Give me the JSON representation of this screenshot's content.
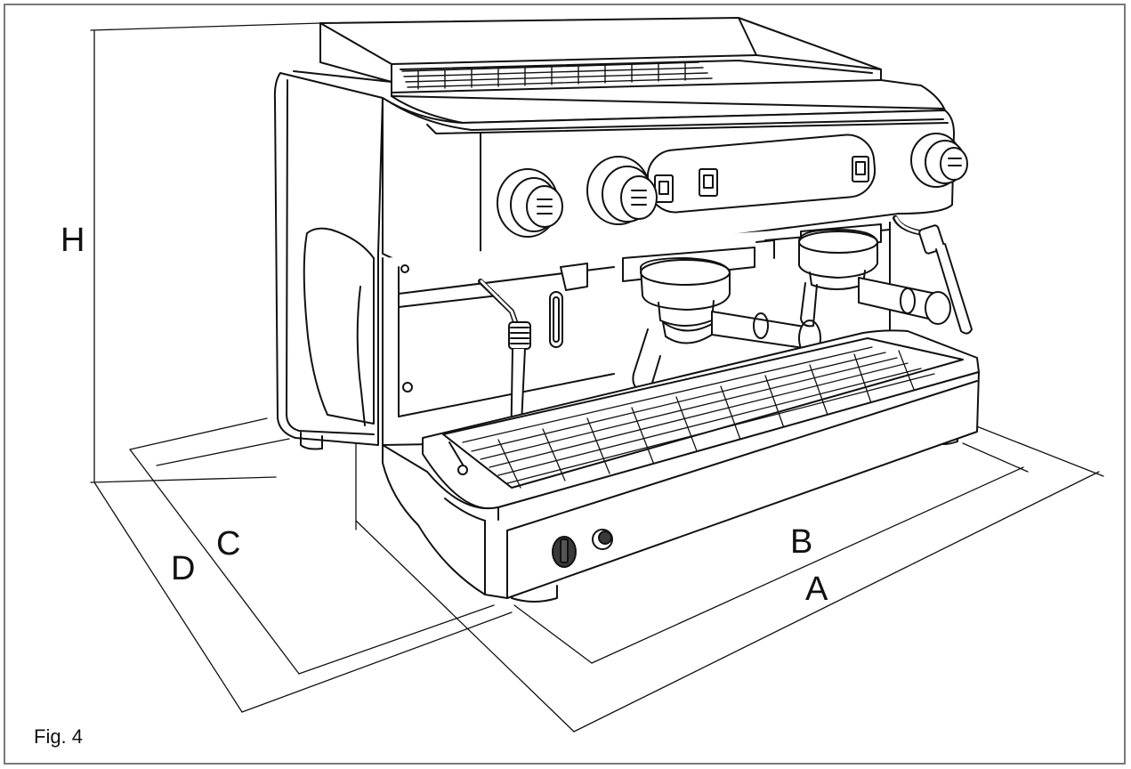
{
  "figure": {
    "caption": "Fig. 4",
    "dimension_labels": {
      "height": "H",
      "width_outer": "A",
      "width_inner": "B",
      "depth_inner": "C",
      "depth_outer": "D"
    }
  },
  "colors": {
    "line": "#111111",
    "frame": "#7a7a7a",
    "fill": "#ffffff",
    "knob_dark": "#3a3a3a"
  },
  "icons": [
    "espresso-machine-drawing",
    "group-head-icon",
    "steam-wand-icon",
    "control-knob-icon",
    "switch-icon"
  ]
}
